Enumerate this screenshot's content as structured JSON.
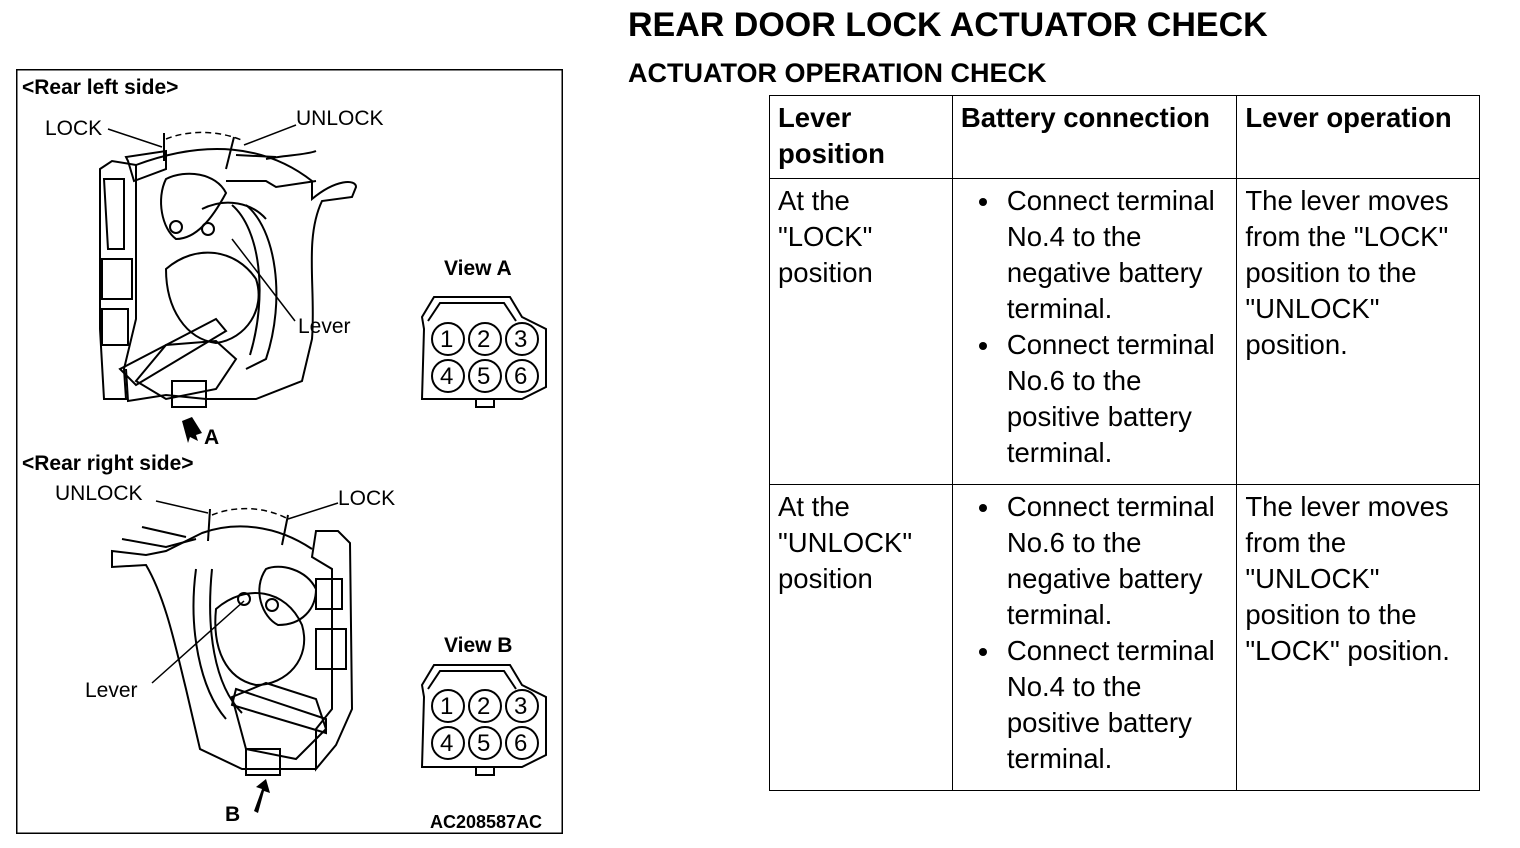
{
  "document": {
    "title": "REAR DOOR LOCK ACTUATOR CHECK",
    "subtitle": "ACTUATOR OPERATION CHECK"
  },
  "figure": {
    "rear_left_label": "<Rear left side>",
    "rear_right_label": "<Rear right side>",
    "lock_label": "LOCK",
    "unlock_label": "UNLOCK",
    "lever_label": "Lever",
    "view_a_label": "View A",
    "view_b_label": "View B",
    "arrow_a_label": "A",
    "arrow_b_label": "B",
    "pins": [
      "1",
      "2",
      "3",
      "4",
      "5",
      "6"
    ],
    "figure_code": "AC208587AC"
  },
  "table": {
    "headers": [
      "Lever position",
      "Battery connection",
      "Lever operation"
    ],
    "rows": [
      {
        "position": "At the \"LOCK\" position",
        "connections": [
          "Connect terminal No.4 to the negative battery terminal.",
          "Connect terminal No.6 to the positive battery terminal."
        ],
        "operation": "The lever moves from the \"LOCK\" position to the \"UNLOCK\" position."
      },
      {
        "position": "At the \"UNLOCK\" position",
        "connections": [
          "Connect terminal No.6 to the negative battery terminal.",
          "Connect terminal No.4 to the positive battery terminal."
        ],
        "operation": "The lever moves from the \"UNLOCK\" position to the \"LOCK\" position."
      }
    ]
  }
}
